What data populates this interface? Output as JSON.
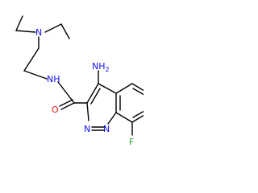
{
  "colors": {
    "bond": "#000000",
    "carbon_text": "#000000",
    "nitrogen": "#1010ee",
    "oxygen": "#ee1010",
    "fluorine": "#2fa32f",
    "background": "#ffffff"
  },
  "atoms": {
    "n_amine": "N",
    "nh_amide": "NH",
    "o_carbonyl": "O",
    "nh2": "NH",
    "nh2_sub": "2",
    "n2_ring": "N",
    "n1_ring": "N",
    "f": "F"
  }
}
